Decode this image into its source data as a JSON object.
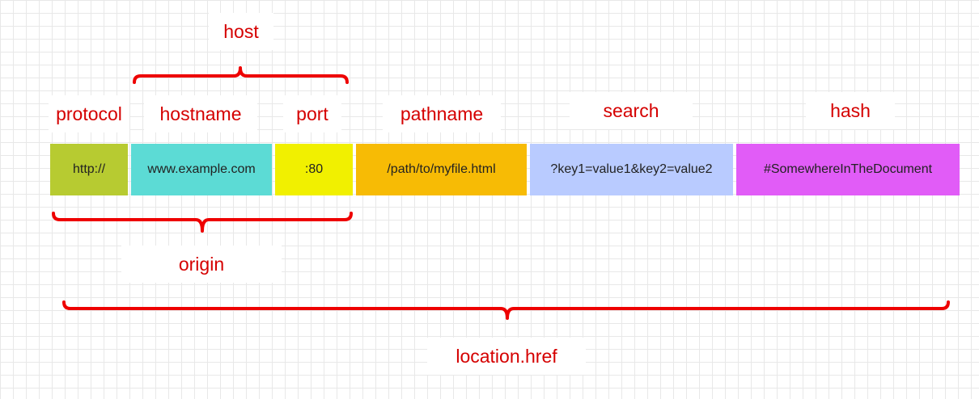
{
  "colors": {
    "label_text": "#d50000",
    "brace": "#ee0000",
    "protocol": "#b7cb31",
    "hostname": "#5cdbd5",
    "port": "#f1f000",
    "pathname": "#f7bb05",
    "search": "#b9cbff",
    "hash": "#e15cf7"
  },
  "labels": {
    "host": "host",
    "protocol": "protocol",
    "hostname": "hostname",
    "port": "port",
    "pathname": "pathname",
    "search": "search",
    "hash": "hash",
    "origin": "origin",
    "href": "location.href"
  },
  "segments": {
    "protocol": "http://",
    "hostname": "www.example.com",
    "port": ":80",
    "pathname": "/path/to/myfile.html",
    "search": "?key1=value1&key2=value2",
    "hash": "#SomewhereInTheDocument"
  }
}
